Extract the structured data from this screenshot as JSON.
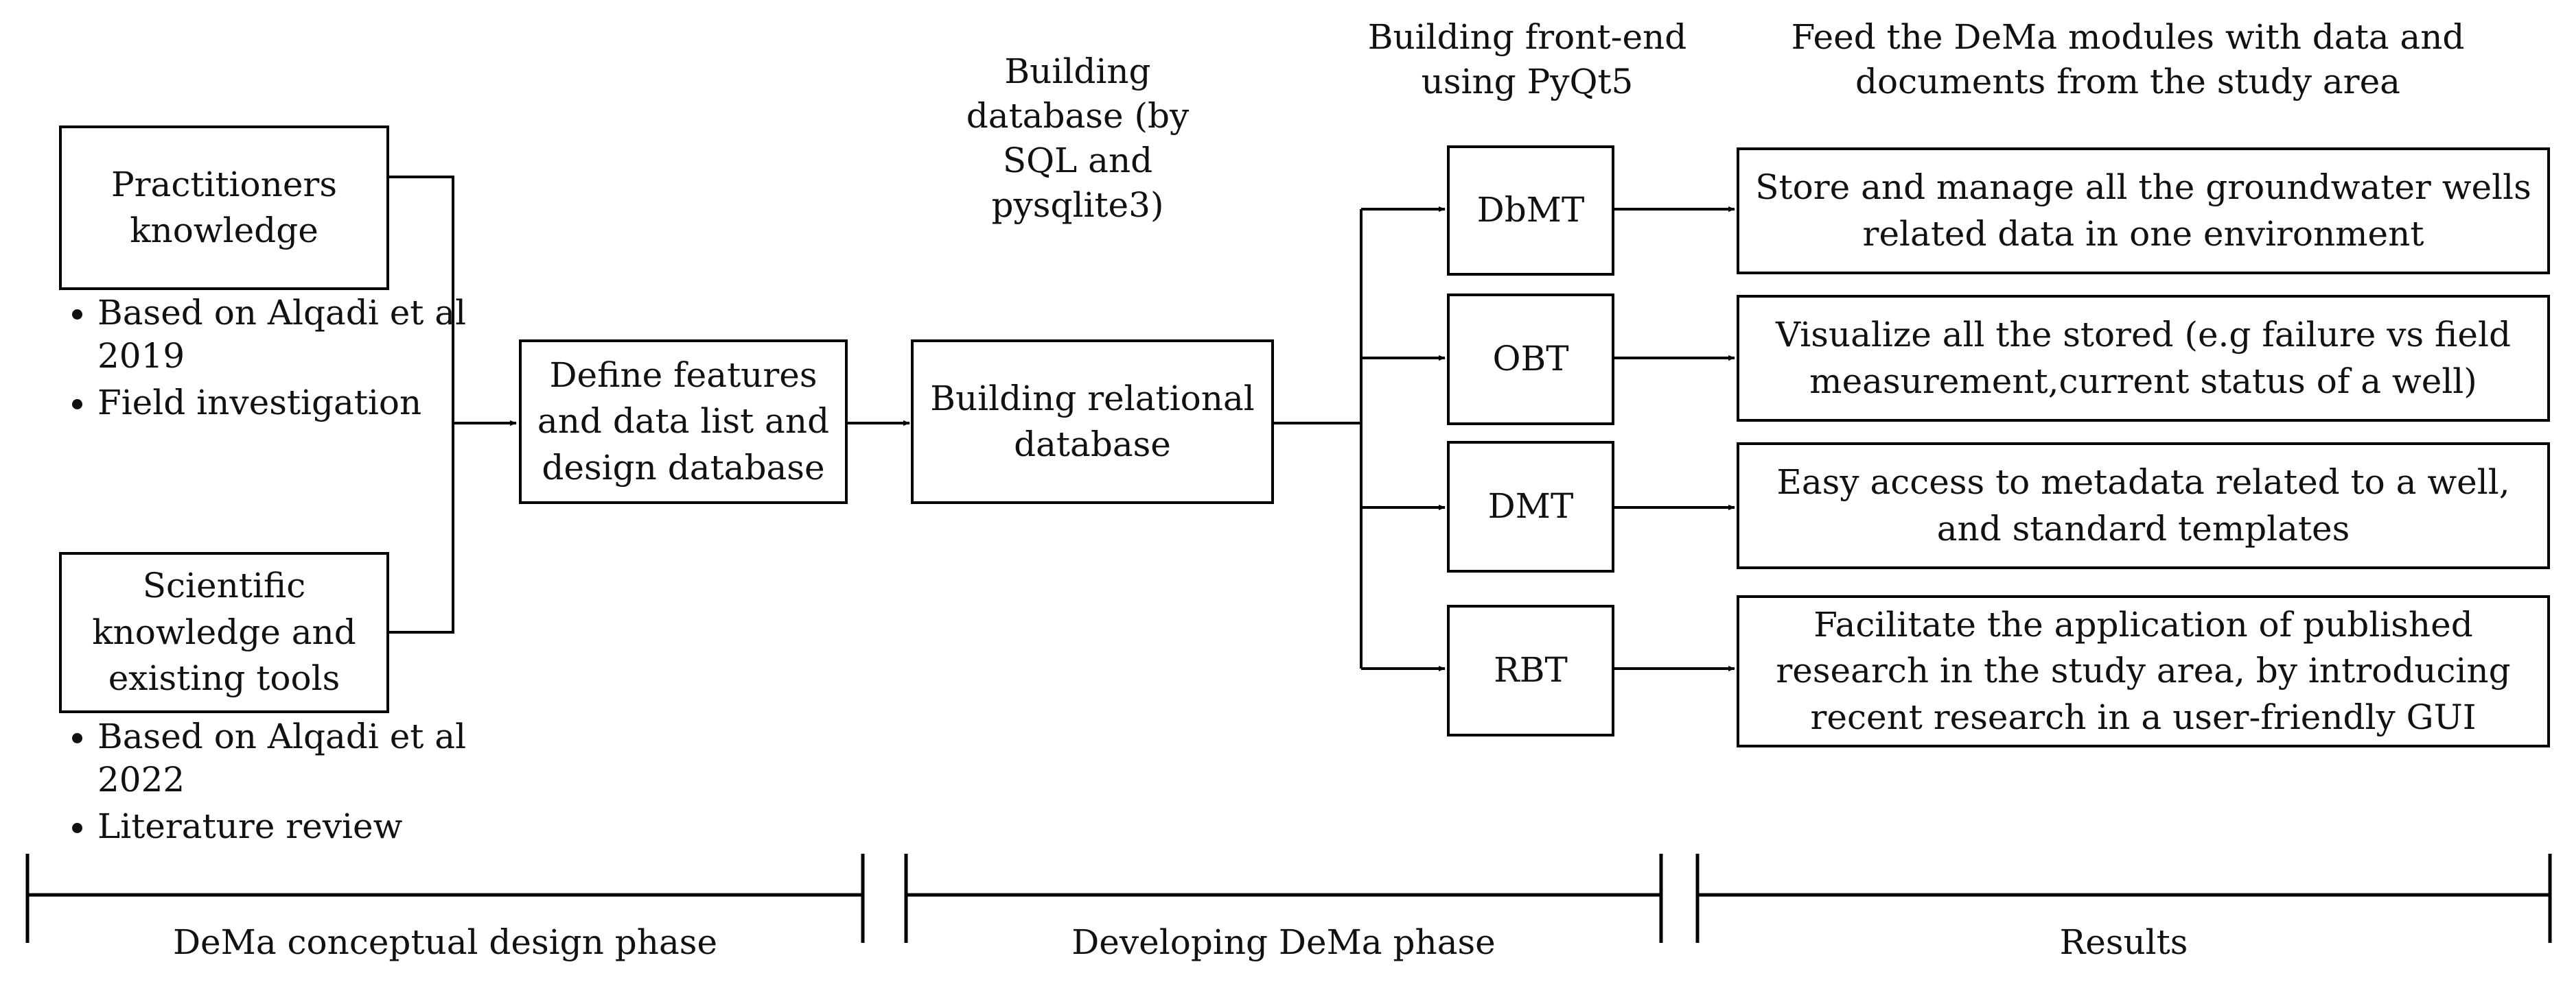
{
  "inputs": {
    "practitioners": {
      "label": "Practitioners knowledge",
      "bullets": [
        "Based on Alqadi et al 2019",
        "Field investigation"
      ]
    },
    "scientific": {
      "label": "Scientific knowledge and existing tools",
      "bullets": [
        "Based on Alqadi et al 2022",
        "Literature review"
      ]
    }
  },
  "define_box": "Define features and data list and design database",
  "relational_box": "Building relational database",
  "database_header": "Building database (by SQL and pysqlite3)",
  "frontend_header": "Building front-end using PyQt5",
  "results_header": "Feed the DeMa modules with data and documents  from the study area",
  "modules": [
    {
      "name": "DbMT",
      "result": "Store and manage all the groundwater wells related data in one environment"
    },
    {
      "name": "OBT",
      "result": "Visualize all the stored (e.g  failure vs field measurement,current status of a well)"
    },
    {
      "name": "DMT",
      "result": "Easy access to metadata related to a well, and standard templates"
    },
    {
      "name": "RBT",
      "result": "Facilitate the application of published research in the study area, by introducing recent research in a user-friendly GUI"
    }
  ],
  "phases": [
    "DeMa conceptual design phase",
    "Developing DeMa phase",
    "Results"
  ]
}
